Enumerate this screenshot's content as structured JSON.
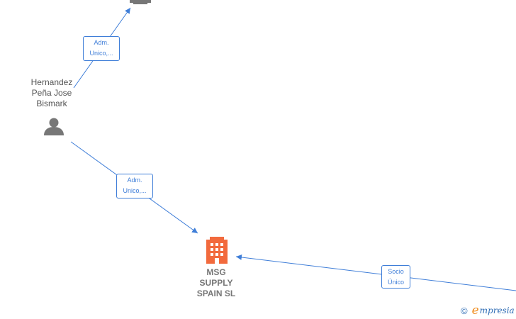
{
  "colors": {
    "edge": "#3f7ed8",
    "person_icon": "#777777",
    "company_main": "#f26a3d",
    "company_other": "#777777"
  },
  "nodes": {
    "person": {
      "name": "Hernandez\nPeña Jose\nBismark",
      "icon": "person-icon"
    },
    "main_company": {
      "name": "MSG\nSUPPLY\nSPAIN  SL",
      "icon": "building-icon"
    },
    "top_company": {
      "icon": "building-icon"
    }
  },
  "edges": [
    {
      "label_line1": "Adm.",
      "label_line2": "Unico,..."
    },
    {
      "label_line1": "Adm.",
      "label_line2": "Unico,..."
    },
    {
      "label_line1": "Socio",
      "label_line2": "Único"
    }
  ],
  "watermark": {
    "symbol": "©",
    "letter": "e",
    "text": "mpresia"
  }
}
